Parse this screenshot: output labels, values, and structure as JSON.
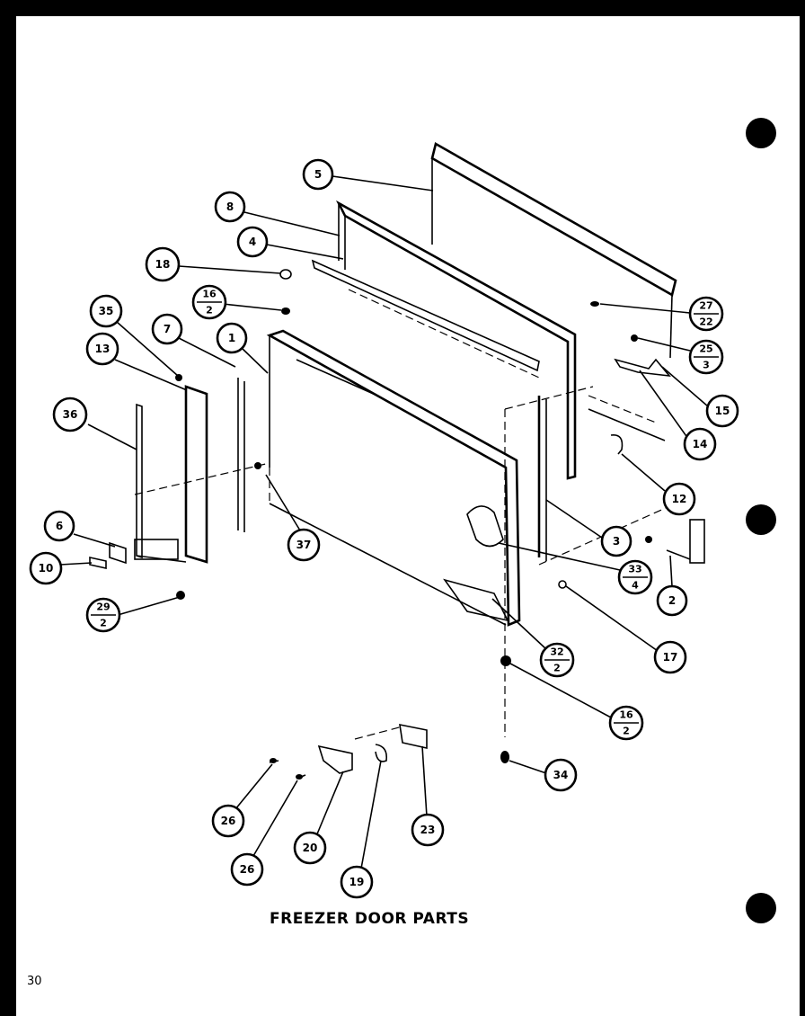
{
  "title": "FREEZER DOOR PARTS",
  "page_number": "30",
  "callouts": {
    "c1": "1",
    "c2": "2",
    "c3": "3",
    "c4": "4",
    "c5": "5",
    "c6": "6",
    "c7": "7",
    "c8": "8",
    "c10": "10",
    "c12": "12",
    "c13": "13",
    "c14": "14",
    "c15": "15",
    "c17": "17",
    "c18": "18",
    "c19": "19",
    "c20": "20",
    "c23": "23",
    "c26a": "26",
    "c26b": "26",
    "c34": "34",
    "c35": "35",
    "c36": "36",
    "c37": "37",
    "f16a_top": "16",
    "f16a_bot": "2",
    "f16b_top": "16",
    "f16b_bot": "2",
    "f27_top": "27",
    "f27_bot": "22",
    "f25_top": "25",
    "f25_bot": "3",
    "f33_top": "33",
    "f33_bot": "4",
    "f29_top": "29",
    "f29_bot": "2",
    "f32_top": "32",
    "f32_bot": "2"
  }
}
